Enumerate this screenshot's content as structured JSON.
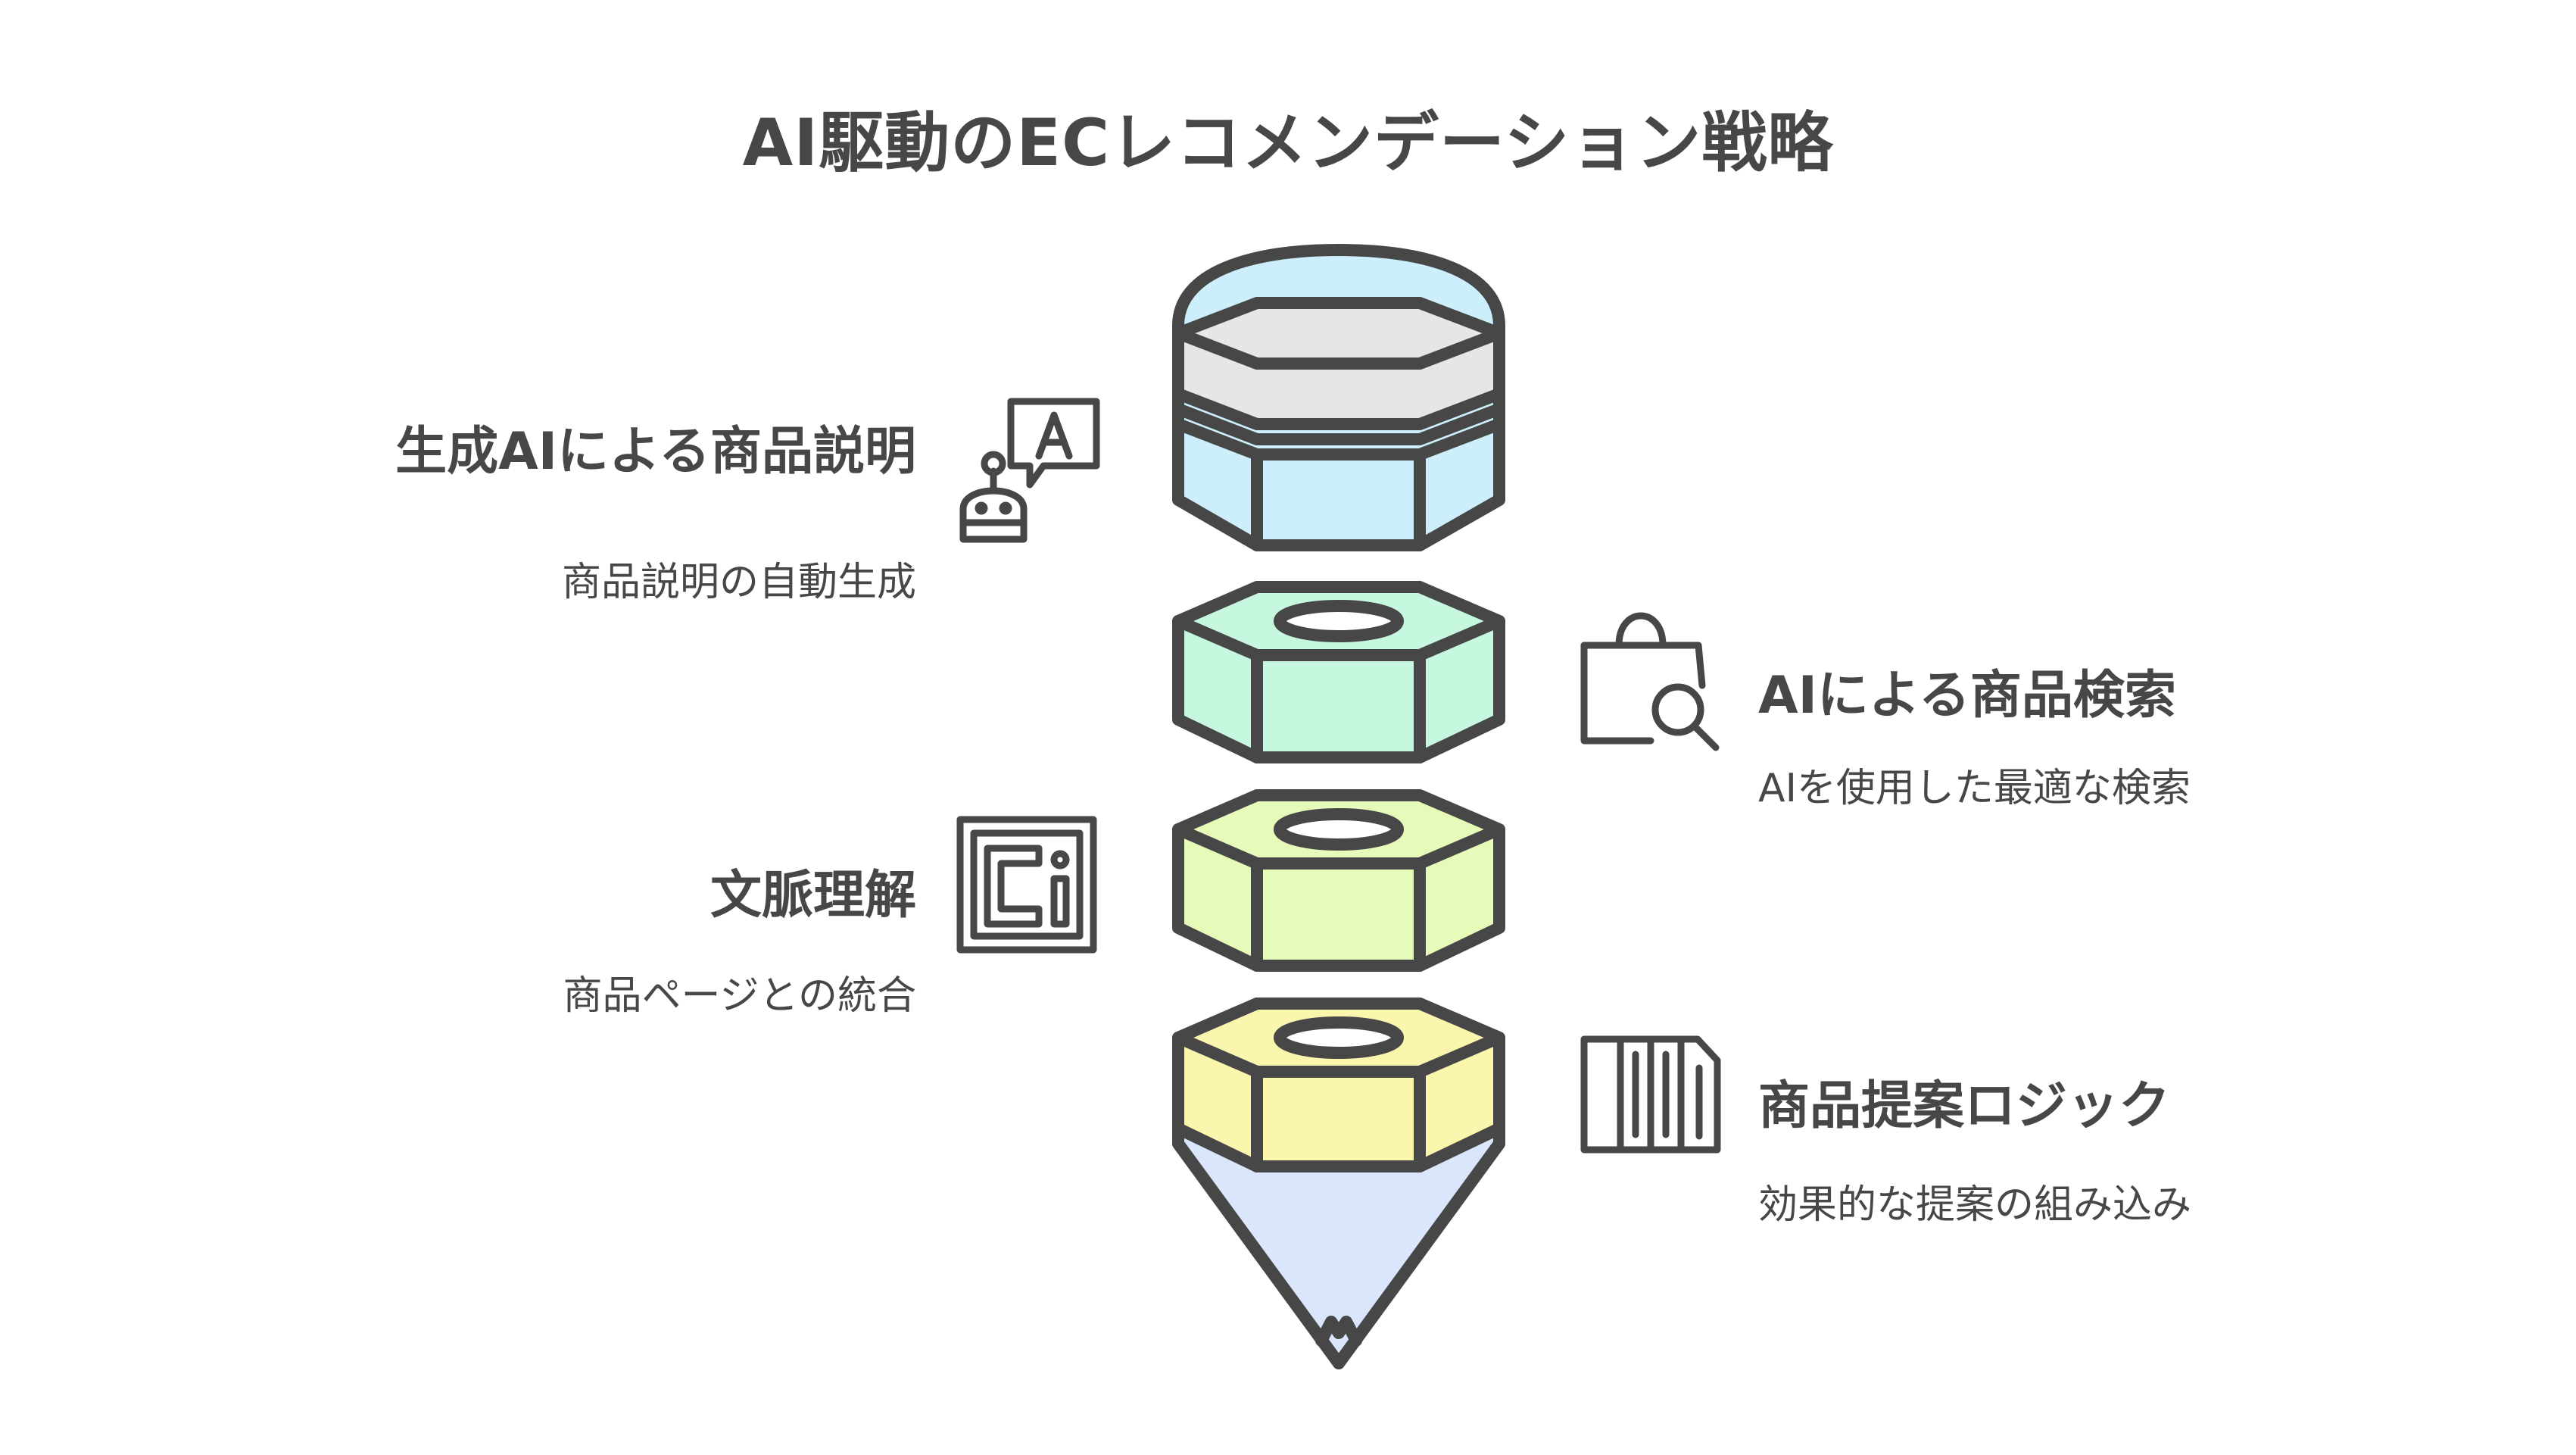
{
  "title": "AI駆動のECレコメンデーション戦略",
  "items": [
    {
      "heading": "生成AIによる商品説明",
      "description": "商品説明の自動生成",
      "icon": "robot-chat-icon"
    },
    {
      "heading": "AIによる商品検索",
      "description": "AIを使用した最適な検索",
      "icon": "shopping-bag-search-icon"
    },
    {
      "heading": "文脈理解",
      "description": "商品ページとの統合",
      "icon": "ci-chip-icon"
    },
    {
      "heading": "商品提案ロジック",
      "description": "効果的な提案の組み込み",
      "icon": "book-spines-icon"
    }
  ],
  "colors": {
    "outline": "#474747",
    "cap": "#cdeefb",
    "band": "#e6e6e6",
    "segment_2": "#c6f7df",
    "segment_3": "#e6fbb9",
    "segment_4": "#fbf6ae",
    "tip": "#d9e6fb"
  }
}
